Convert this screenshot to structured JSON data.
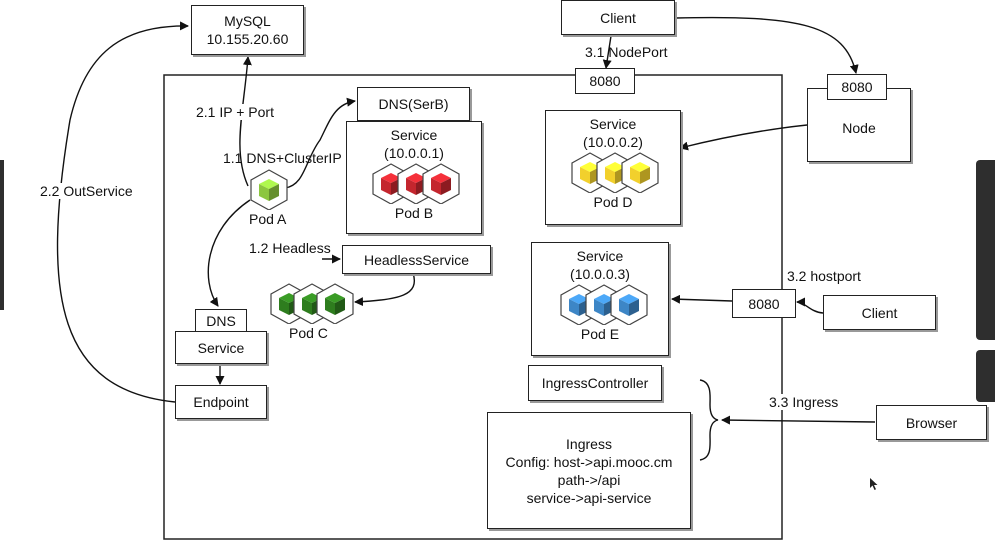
{
  "nodes": {
    "mysql": {
      "name": "MySQL",
      "ip": "10.155.20.60"
    },
    "client_top": "Client",
    "node_label": "Node",
    "port_nodeport": "8080",
    "port_node": "8080",
    "port_hostport": "8080",
    "dns_serb": "DNS(SerB)",
    "service_b": {
      "title": "Service",
      "ip": "(10.0.0.1)",
      "pod": "Pod B"
    },
    "service_d": {
      "title": "Service",
      "ip": "(10.0.0.2)",
      "pod": "Pod D"
    },
    "service_e": {
      "title": "Service",
      "ip": "(10.0.0.3)",
      "pod": "Pod E"
    },
    "pod_a": "Pod A",
    "pod_c": "Pod C",
    "headless_service": "HeadlessService",
    "dns_small": "DNS",
    "dns_service": "Service",
    "endpoint": "Endpoint",
    "client_right": "Client",
    "ingress_controller": "IngressController",
    "browser": "Browser",
    "ingress": {
      "title": "Ingress",
      "line1": "Config: host->api.mooc.cm",
      "line2": "path->/api",
      "line3": "service->api-service"
    }
  },
  "edge_labels": {
    "ip_port": "2.1 IP + Port",
    "dns_clusterip": "1.1 DNS+ClusterIP",
    "out_service": "2.2 OutService",
    "headless": "1.2 Headless",
    "nodeport": "3.1 NodePort",
    "hostport": "3.2 hostport",
    "ingress": "3.3 Ingress"
  },
  "colors": {
    "pod_a": "#8cc63f",
    "pod_b": "#c4262e",
    "pod_c": "#2e7d1e",
    "pod_d": "#f2d02c",
    "pod_e": "#3d86c6"
  },
  "icons": [
    "pod-cube-icon",
    "arrowhead-icon"
  ]
}
